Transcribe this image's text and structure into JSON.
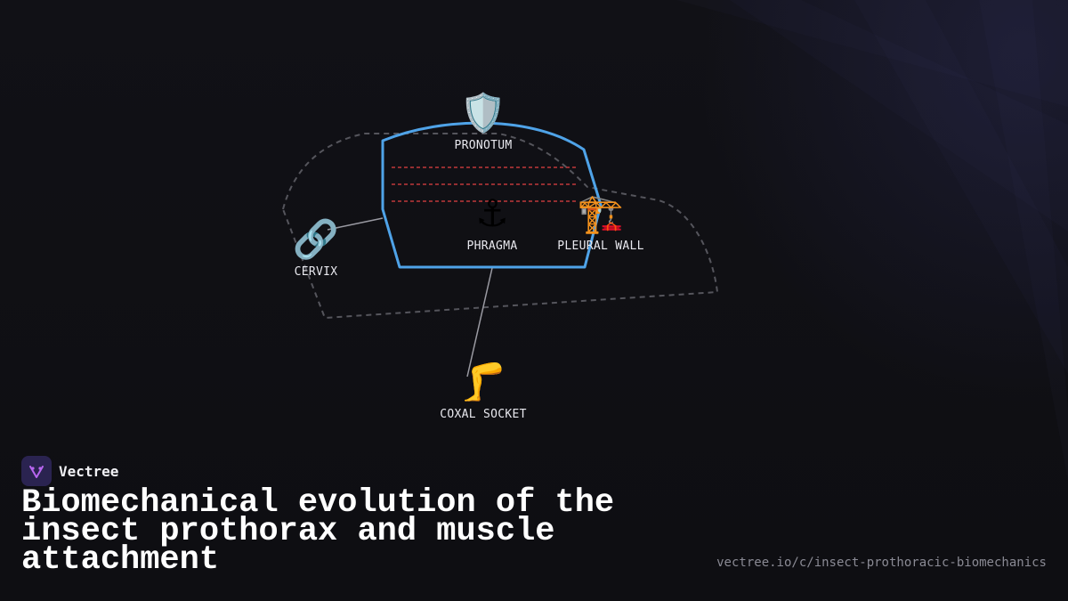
{
  "brand": {
    "name": "Vectree"
  },
  "title": "Biomechanical evolution of the insect prothorax and muscle attachment",
  "url": "vectree.io/c/insect-prothoracic-biomechanics",
  "colors": {
    "background": "#0f0f13",
    "pronotum_outline": "#4fa3e8",
    "dashed_bands": "#c0393b",
    "ghost_outline": "#55555c",
    "connector": "#9a9aa2",
    "label": "#e8e8ee"
  },
  "nodes": [
    {
      "id": "pronotum",
      "label": "PRONOTUM",
      "icon": "shield-icon",
      "glyph": "🛡️"
    },
    {
      "id": "phragma",
      "label": "PHRAGMA",
      "icon": "anchor-icon",
      "glyph": "⚓"
    },
    {
      "id": "pleural_wall",
      "label": "PLEURAL WALL",
      "icon": "crane-icon",
      "glyph": "🏗️"
    },
    {
      "id": "cervix",
      "label": "CERVIX",
      "icon": "link-icon",
      "glyph": "🔗"
    },
    {
      "id": "coxal_socket",
      "label": "COXAL SOCKET",
      "icon": "leg-icon",
      "glyph": "🦵"
    }
  ]
}
